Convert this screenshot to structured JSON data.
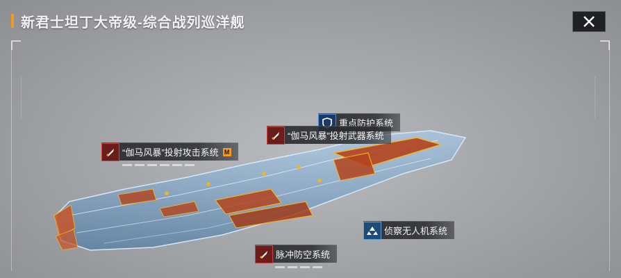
{
  "header": {
    "title": "新君士坦丁大帝级-综合战列巡洋舰",
    "close_label": "✕"
  },
  "callouts": {
    "defense": {
      "label": "重点防护系统",
      "icon": "shield-icon"
    },
    "gamma_weapon": {
      "label": "“伽马风暴”投射武器系统",
      "icon": "missile-icon"
    },
    "gamma_attack": {
      "label": "“伽马风暴”投射攻击系统",
      "icon": "missile-icon",
      "tag": "M"
    },
    "recon_drone": {
      "label": "侦察无人机系统",
      "icon": "drone-icon"
    },
    "pulse_aa": {
      "label": "脉冲防空系统",
      "icon": "missile-icon"
    }
  },
  "colors": {
    "accent": "#f39a1e",
    "weapon_icon_bg": "#6a1d1a",
    "defense_icon_bg": "#1b3a66",
    "ship_wire": "#5fb4ff",
    "ship_hot": "#c0441e"
  }
}
